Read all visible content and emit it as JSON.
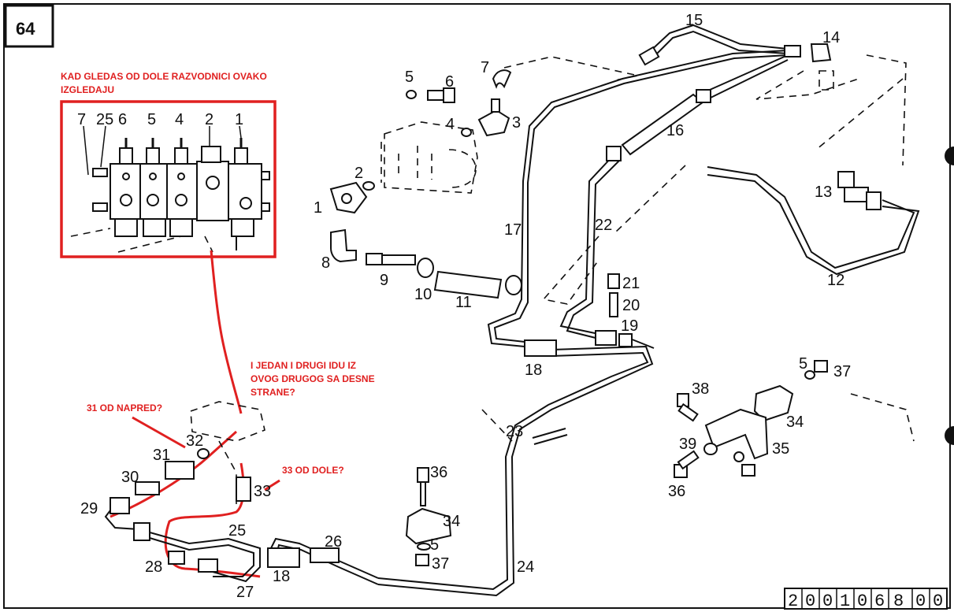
{
  "page_badge": "64",
  "serial_number": "2001068 00",
  "serial_digits": [
    "2",
    "0",
    "0",
    "1",
    "0",
    "6",
    "8",
    "0",
    "0"
  ],
  "annotations": {
    "top_note_line1": "KAD GLEDAS OD DOLE RAZVODNICI OVAKO",
    "top_note_line2": "IZGLEDAJU",
    "middle_note_line1": "I JEDAN I DRUGI IDU IZ",
    "middle_note_line2": "OVOG DRUGOG SA DESNE",
    "middle_note_line3": "STRANE?",
    "note_31": "31 OD NAPRED?",
    "note_33": "33 OD DOLE?"
  },
  "inset_labels": [
    "7",
    "25",
    "6",
    "5",
    "4",
    "2",
    "1"
  ],
  "part_labels": {
    "p1": "1",
    "p2": "2",
    "p3": "3",
    "p4": "4",
    "p5a": "5",
    "p6": "6",
    "p7": "7",
    "p8": "8",
    "p9": "9",
    "p10": "10",
    "p11": "11",
    "p12": "12",
    "p13": "13",
    "p14": "14",
    "p15": "15",
    "p16": "16",
    "p17": "17",
    "p18a": "18",
    "p18b": "18",
    "p19": "19",
    "p20": "20",
    "p21": "21",
    "p22": "22",
    "p23": "23",
    "p24": "24",
    "p25": "25",
    "p26": "26",
    "p27": "27",
    "p28": "28",
    "p29": "29",
    "p30": "30",
    "p31": "31",
    "p32": "32",
    "p33": "33",
    "p34a": "34",
    "p34b": "34",
    "p35": "35",
    "p36a": "36",
    "p36b": "36",
    "p37a": "37",
    "p37b": "37",
    "p38": "38",
    "p39": "39",
    "p5b": "5",
    "p5c": "5"
  },
  "colors": {
    "ink": "#111111",
    "annotation": "#e02020",
    "paper": "#ffffff"
  }
}
